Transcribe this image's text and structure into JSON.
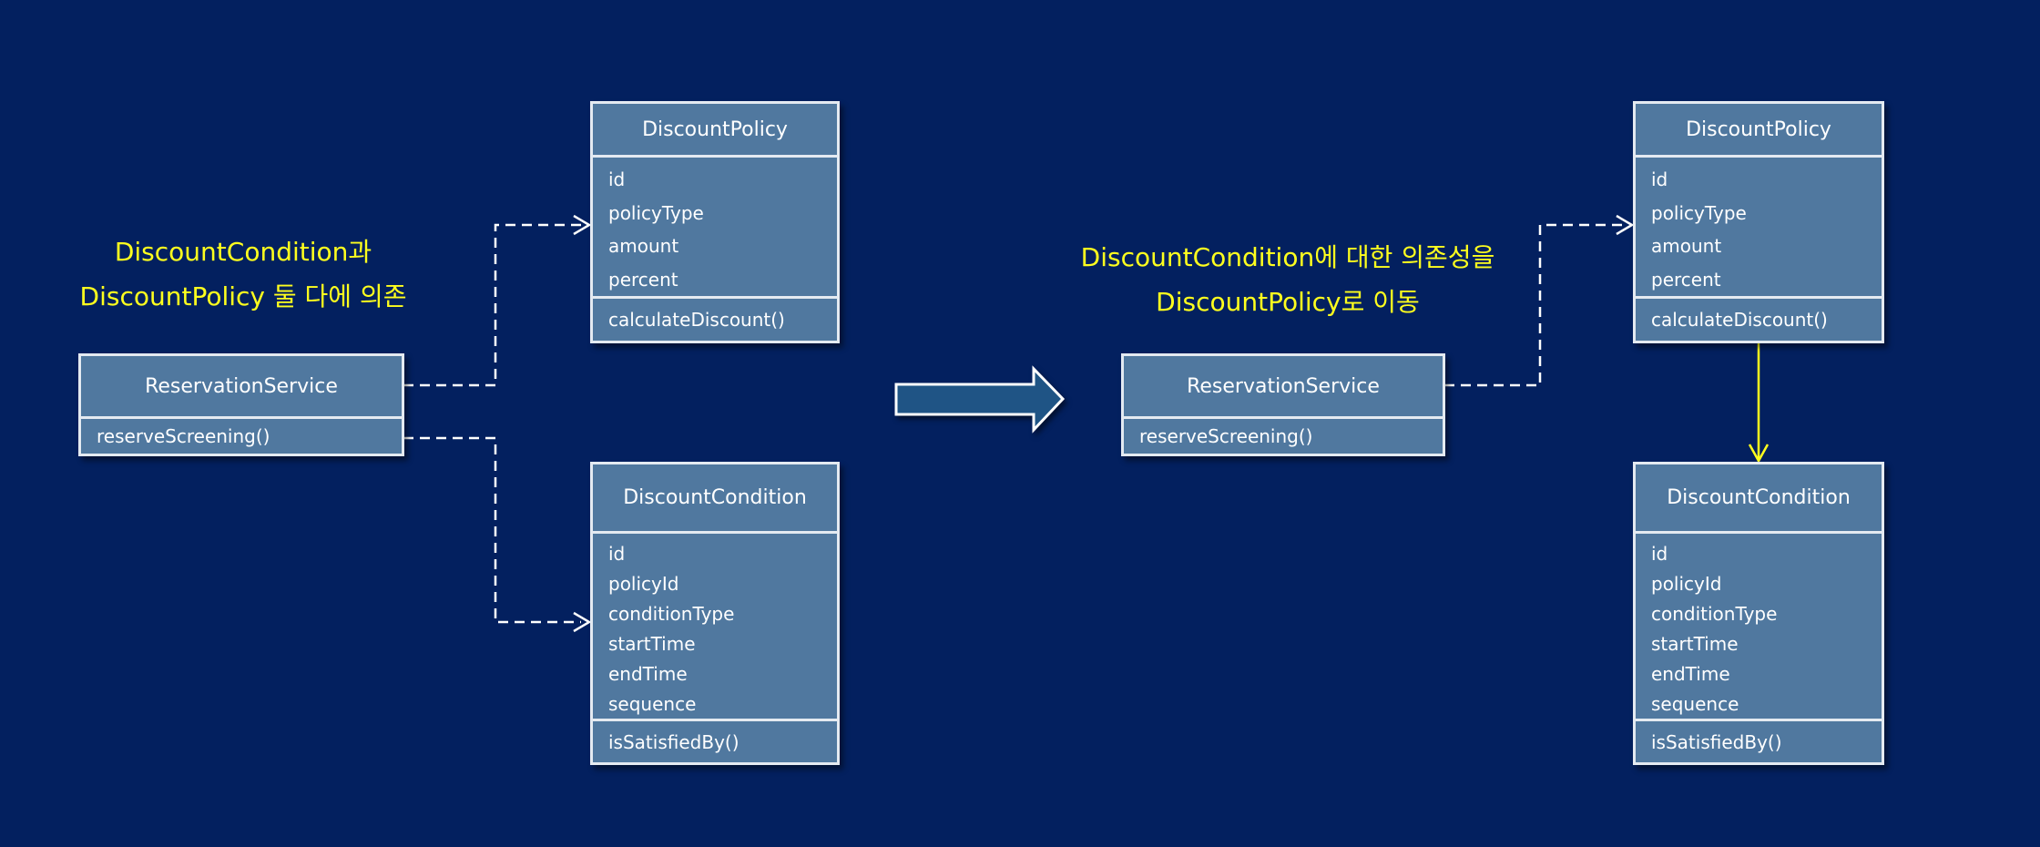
{
  "left": {
    "note": [
      "DiscountCondition과",
      "DiscountPolicy 둘 다에 의존"
    ],
    "reservation_service": {
      "name": "ReservationService",
      "methods": [
        "reserveScreening()"
      ]
    },
    "discount_policy": {
      "name": "DiscountPolicy",
      "attributes": [
        "id",
        "policyType",
        "amount",
        "percent"
      ],
      "methods": [
        "calculateDiscount()"
      ]
    },
    "discount_condition": {
      "name": "DiscountCondition",
      "attributes": [
        "id",
        "policyId",
        "conditionType",
        "startTime",
        "endTime",
        "sequence"
      ],
      "methods": [
        "isSatisfiedBy()"
      ]
    }
  },
  "right": {
    "note": [
      "DiscountCondition에 대한 의존성을",
      "DiscountPolicy로 이동"
    ],
    "reservation_service": {
      "name": "ReservationService",
      "methods": [
        "reserveScreening()"
      ]
    },
    "discount_policy": {
      "name": "DiscountPolicy",
      "attributes": [
        "id",
        "policyType",
        "amount",
        "percent"
      ],
      "methods": [
        "calculateDiscount()"
      ]
    },
    "discount_condition": {
      "name": "DiscountCondition",
      "attributes": [
        "id",
        "policyId",
        "conditionType",
        "startTime",
        "endTime",
        "sequence"
      ],
      "methods": [
        "isSatisfiedBy()"
      ]
    }
  },
  "colors": {
    "background": "#03205f",
    "box": "#50789f",
    "note": "#ffff1e",
    "dependency_arrow": "#ffff1e"
  }
}
